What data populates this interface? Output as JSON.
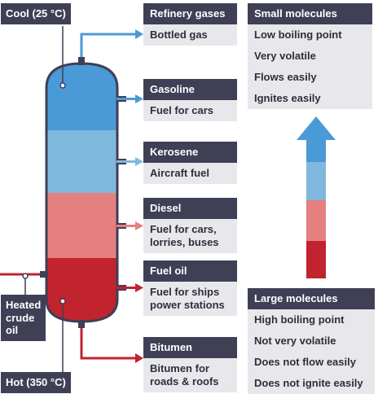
{
  "colors": {
    "dark_box": "#3f3f56",
    "light_box": "#e8e8ec",
    "cool_blue": "#4a9ad8",
    "light_blue": "#7fb8dc",
    "pink": "#e58080",
    "red": "#c1232f"
  },
  "labels": {
    "cool": "Cool (25 °C)",
    "hot": "Hot (350 °C)",
    "heated_crude": "Heated crude oil"
  },
  "fractions": [
    {
      "name": "Refinery gases",
      "use": "Bottled gas"
    },
    {
      "name": "Gasoline",
      "use": "Fuel for cars"
    },
    {
      "name": "Kerosene",
      "use": "Aircraft fuel"
    },
    {
      "name": "Diesel",
      "use": "Fuel for cars, lorries, buses"
    },
    {
      "name": "Fuel oil",
      "use": "Fuel for ships power stations"
    },
    {
      "name": "Bitumen",
      "use": "Bitumen for roads & roofs"
    }
  ],
  "small_molecules": {
    "header": "Small molecules",
    "properties": [
      "Low boiling point",
      "Very volatile",
      "Flows easily",
      "Ignites easily"
    ]
  },
  "large_molecules": {
    "header": "Large molecules",
    "properties": [
      "High boiling point",
      "Not very volatile",
      "Does not flow easily",
      "Does not ignite easily"
    ]
  }
}
